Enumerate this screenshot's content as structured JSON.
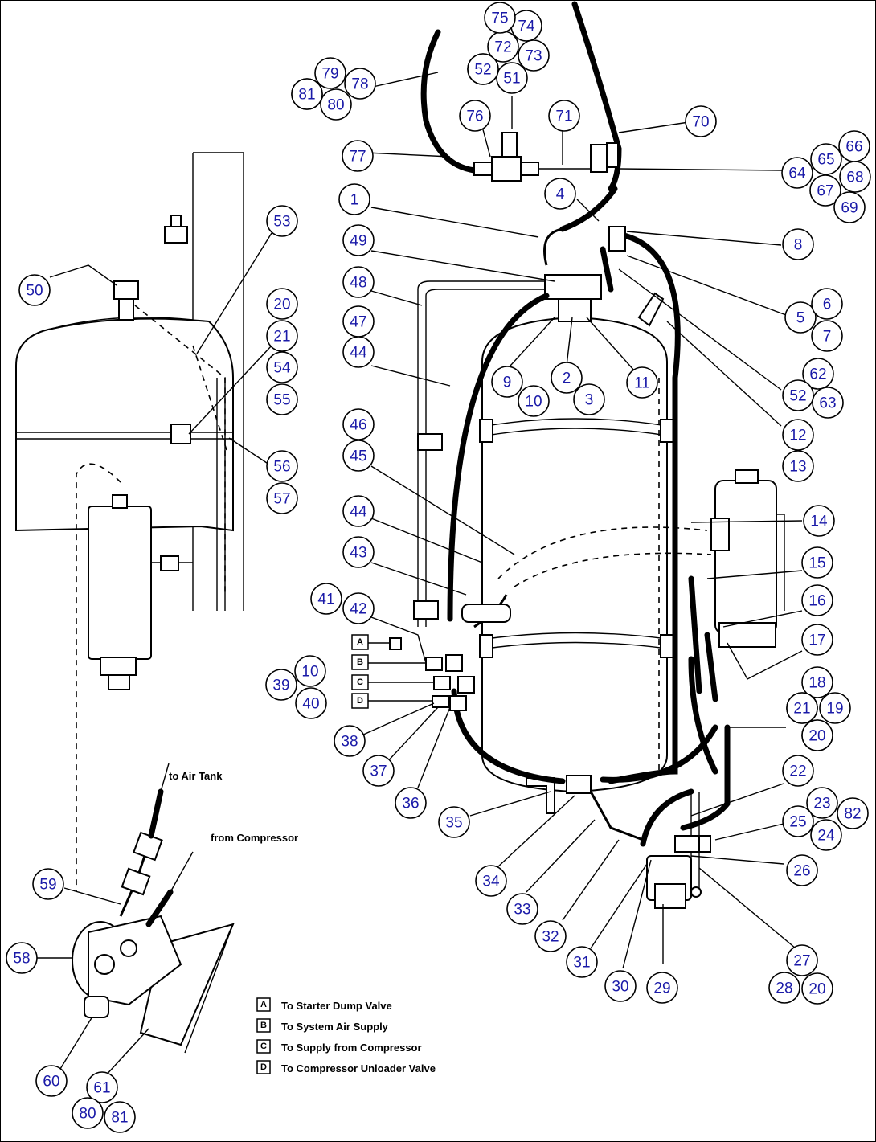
{
  "notes": {
    "to_air_tank": "to Air Tank",
    "from_compressor": "from Compressor"
  },
  "port_keys": [
    "A",
    "B",
    "C",
    "D"
  ],
  "legend": [
    {
      "key": "A",
      "text": "To Starter Dump Valve"
    },
    {
      "key": "B",
      "text": "To System Air Supply"
    },
    {
      "key": "C",
      "text": "To Supply from Compressor"
    },
    {
      "key": "D",
      "text": "To Compressor Unloader Valve"
    }
  ],
  "callouts": [
    "1",
    "2",
    "3",
    "4",
    "5",
    "6",
    "7",
    "8",
    "9",
    "10",
    "11",
    "12",
    "13",
    "14",
    "15",
    "16",
    "17",
    "18",
    "19",
    "20",
    "21",
    "22",
    "23",
    "24",
    "25",
    "26",
    "27",
    "28",
    "29",
    "30",
    "31",
    "32",
    "33",
    "34",
    "35",
    "36",
    "37",
    "38",
    "39",
    "40",
    "41",
    "42",
    "43",
    "44",
    "45",
    "46",
    "47",
    "48",
    "49",
    "50",
    "51",
    "52",
    "53",
    "54",
    "55",
    "56",
    "57",
    "58",
    "59",
    "60",
    "61",
    "62",
    "63",
    "64",
    "65",
    "66",
    "67",
    "68",
    "69",
    "70",
    "71",
    "72",
    "73",
    "74",
    "75",
    "76",
    "77",
    "78",
    "79",
    "80",
    "81",
    "82"
  ]
}
